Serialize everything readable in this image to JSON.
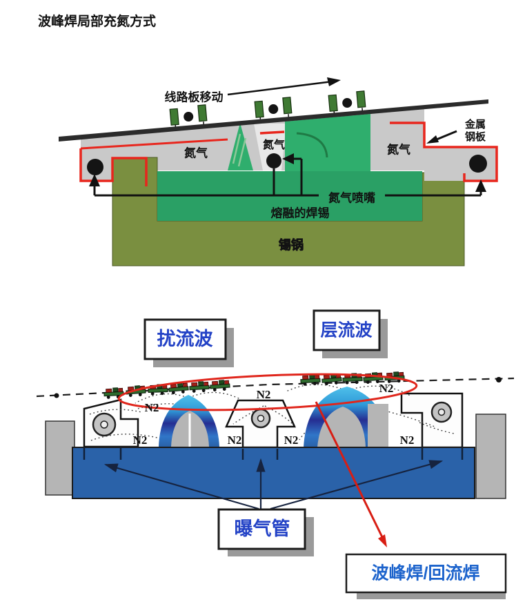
{
  "title": "波峰焊局部充氮方式",
  "top_diagram": {
    "board_motion_label": "线路板移动",
    "nitrogen_labels": [
      "氮气",
      "氮气",
      "氮气"
    ],
    "metal_plate_label_line1": "金属",
    "metal_plate_label_line2": "钢板",
    "nozzle_callout_label": "氮气喷嘴",
    "molten_solder_label": "熔融的焊锡",
    "solder_pot_label": "锡锅",
    "colors": {
      "solder_green": "#2aa065",
      "pot_olive": "#7a8f40",
      "nitrogen_gray": "#c9c9c9",
      "hood_red": "#e8261d",
      "board_dark": "#2b2b2b"
    }
  },
  "bottom_diagram": {
    "turbulent_wave_label": "扰流波",
    "laminar_wave_label": "层流波",
    "n2_labels": [
      "N2",
      "N2",
      "N2",
      "N2",
      "N2",
      "N2",
      "N2"
    ],
    "aeration_pipe_label": "曝气管",
    "wave_reflow_label": "波峰焊/回流焊",
    "colors": {
      "solder_pool_blue": "#2a62a9",
      "wave_blue_light": "#49b8e8",
      "wave_blue_dark": "#252e92",
      "machine_gray": "#b5b5b5",
      "label_blue": "#2342c6",
      "callout_blue": "#1c63cc",
      "annotation_red": "#e0261c"
    }
  }
}
